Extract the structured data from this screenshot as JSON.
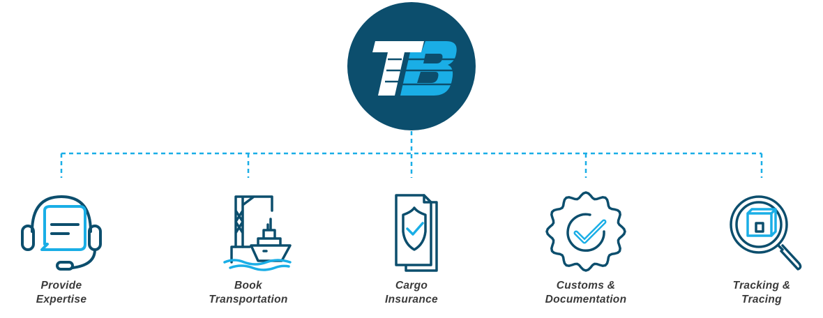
{
  "logo": {
    "text": "TB"
  },
  "colors": {
    "navy": "#0c4e6d",
    "light_blue": "#1aaee6",
    "text": "#3a3a3a"
  },
  "services": [
    {
      "icon": "headset-chat-icon",
      "line1": "Provide",
      "line2": "Expertise"
    },
    {
      "icon": "ship-crane-icon",
      "line1": "Book",
      "line2": "Transportation"
    },
    {
      "icon": "document-shield-icon",
      "line1": "Cargo",
      "line2": "Insurance"
    },
    {
      "icon": "badge-check-icon",
      "line1": "Customs &",
      "line2": "Documentation"
    },
    {
      "icon": "magnifier-box-icon",
      "line1": "Tracking &",
      "line2": "Tracing"
    }
  ]
}
